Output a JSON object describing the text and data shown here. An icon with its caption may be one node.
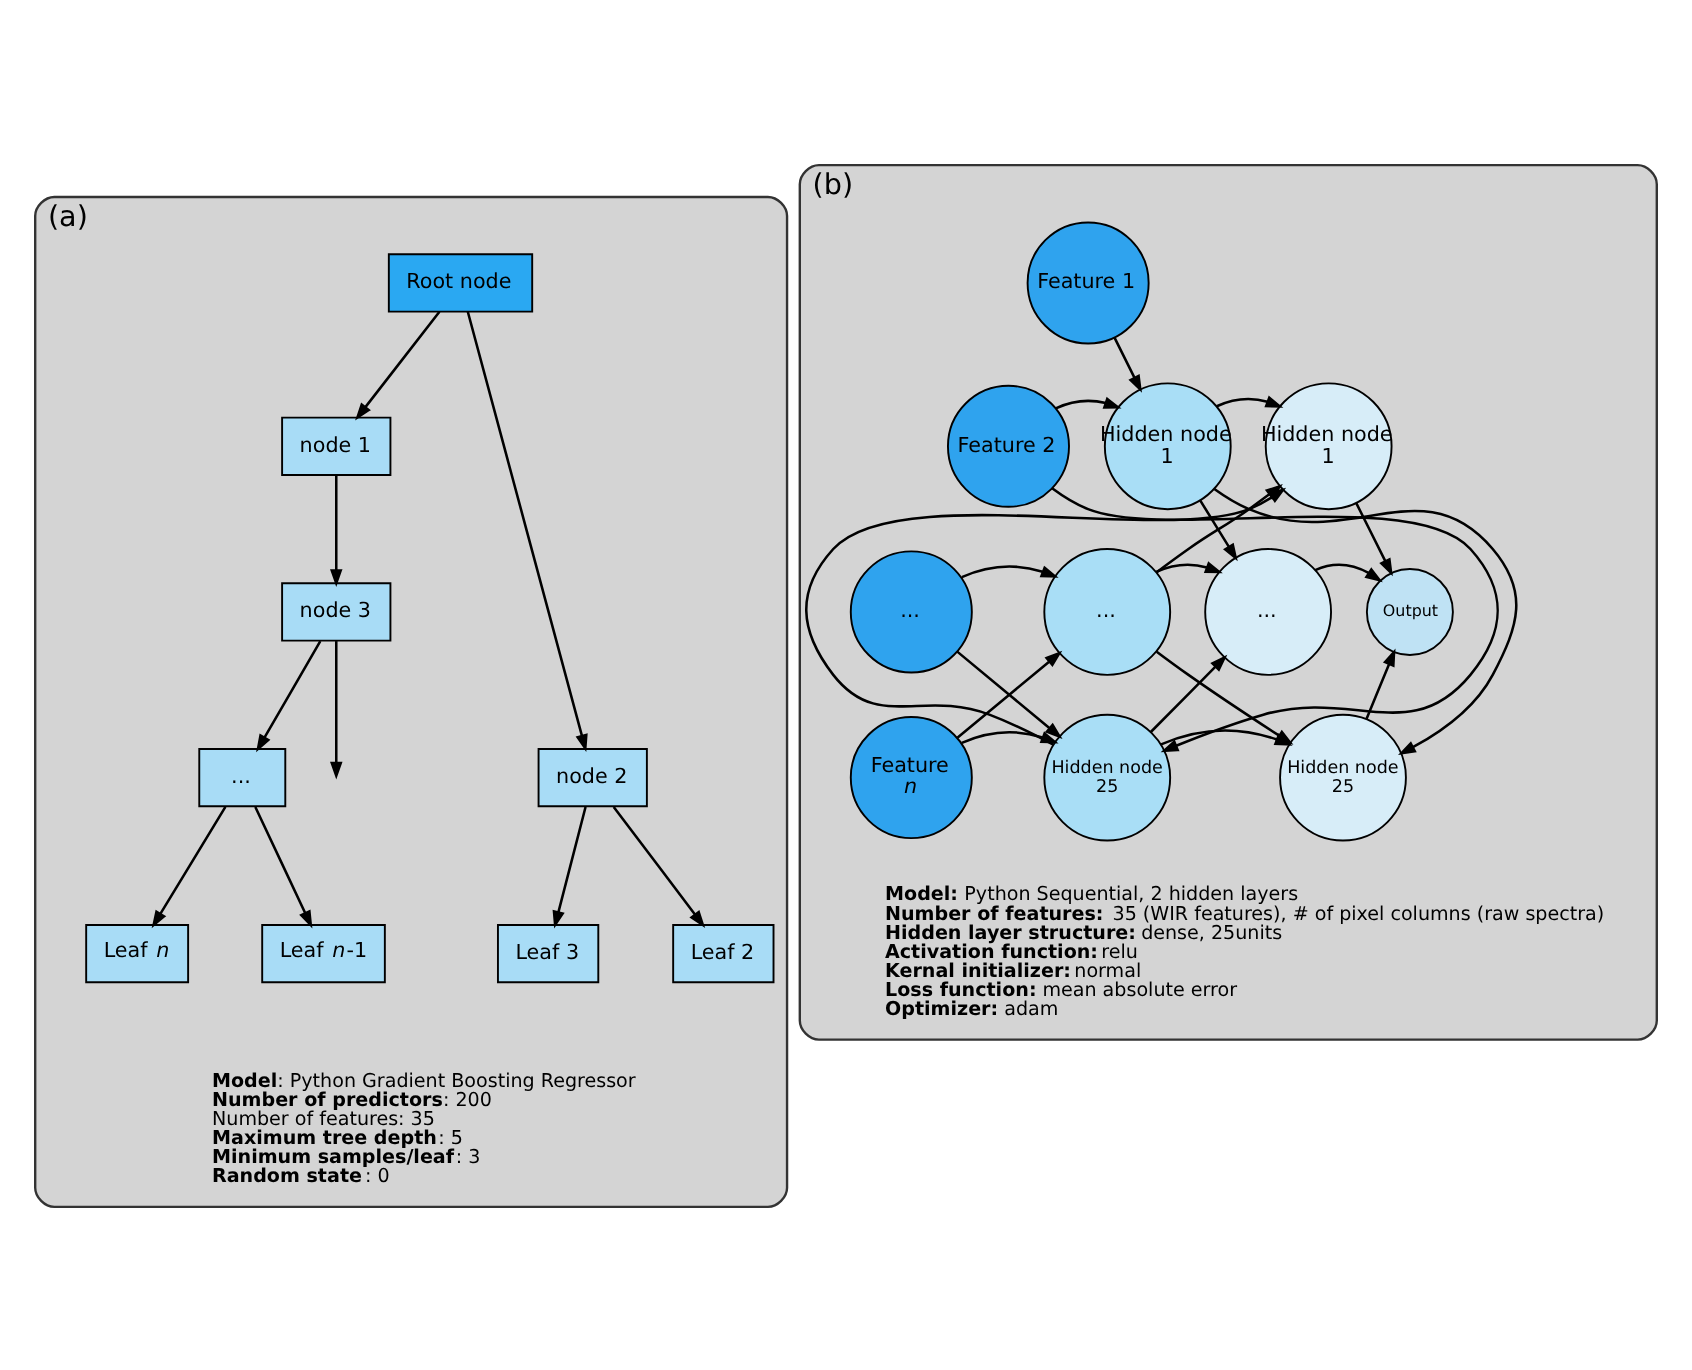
{
  "diagram": {
    "nodes": [
      {
        "text": [
          "(a)"
        ],
        "beside": [
          "**Model**: Python Gradient Boosting Regressor",
          "**Number of predictors**: 200",
          "Number of features: 35",
          "**Maximum tree depth**: 5",
          "**Minimum samples/leaf**: 3",
          "**Random state**: 0"
        ]
      },
      {
        "text": [
          "Root node"
        ],
        "in": 0
      },
      {
        "text": [
          "node 1"
        ],
        "in": 0
      },
      {
        "text": [
          "node 2"
        ],
        "in": 0
      },
      {
        "text": [
          "node 3"
        ],
        "in": 0
      },
      {
        "text": [
          "Leaf 2"
        ],
        "in": 0
      },
      {
        "text": [
          "Leaf 3"
        ],
        "in": 0
      },
      {
        "text": [
          "..."
        ],
        "in": 0
      },
      {
        "text": [
          "Leaf *n*-1"
        ],
        "in": 0
      },
      {
        "text": [
          "Leaf *n*"
        ],
        "in": 0
      },
      {
        "text": [
          "(b)"
        ],
        "beside": [
          "**Model:** Python Sequential, 2 hidden layers",
          "**Number of features:** 35 (WIR features), # of pixel columns (raw spectra)",
          "**Hidden layer structure:** dense, 25units",
          "**Activation function:** relu",
          "**Kernal initializer:** normal",
          "**Loss function:** mean absolute error",
          "**Optimizer:** adam"
        ]
      },
      {
        "text": [
          "Feature 1"
        ],
        "in": 10
      },
      {
        "text": [
          "Feature 2"
        ],
        "in": 10
      },
      {
        "text": [
          "..."
        ],
        "in": 10
      },
      {
        "text": [
          "Feature *n*"
        ],
        "in": 10
      },
      {
        "text": [
          "Hidden node 1"
        ],
        "in": 10
      },
      {
        "text": [
          "..."
        ],
        "in": 10
      },
      {
        "text": [
          "Hidden node 25"
        ],
        "in": 10
      },
      {
        "text": [
          "Hidden node 1"
        ],
        "in": 10
      },
      {
        "text": [
          "..."
        ],
        "in": 10
      },
      {
        "text": [
          "Hidden node 25"
        ],
        "in": 10
      },
      {
        "text": [
          "Output"
        ],
        "in": 10
      }
    ],
    "edges": [
      {
        "from": 1,
        "to": 2,
        "arrow": "to"
      },
      {
        "from": 1,
        "to": 3,
        "arrow": "to"
      },
      {
        "from": 2,
        "to": 4,
        "arrow": "to"
      },
      {
        "from": 3,
        "to": 5,
        "arrow": "to"
      },
      {
        "from": 3,
        "to": 6,
        "arrow": "to"
      },
      {
        "from": 4,
        "to": null,
        "arrow": "to"
      },
      {
        "from": 4,
        "to": 7,
        "arrow": "to"
      },
      {
        "from": 7,
        "to": 8,
        "arrow": "to"
      },
      {
        "from": 7,
        "to": 9,
        "arrow": "to"
      },
      {
        "from": 11,
        "to": 15,
        "arrow": "to"
      },
      {
        "from": 12,
        "to": 15,
        "arrow": "to"
      },
      {
        "from": 12,
        "to": 17,
        "arrow": "to"
      },
      {
        "from": 13,
        "to": 16,
        "arrow": "to"
      },
      {
        "from": 13,
        "to": 17,
        "arrow": "to"
      },
      {
        "from": 14,
        "to": 16,
        "arrow": "to"
      },
      {
        "from": 14,
        "to": 17,
        "arrow": "to"
      },
      {
        "from": 15,
        "to": 18,
        "arrow": "to"
      },
      {
        "from": 15,
        "to": 19,
        "arrow": "to"
      },
      {
        "from": 15,
        "to": 20,
        "arrow": "to"
      },
      {
        "from": 16,
        "to": 18,
        "arrow": "to"
      },
      {
        "from": 16,
        "to": 19,
        "arrow": "to"
      },
      {
        "from": 16,
        "to": 20,
        "arrow": "to"
      },
      {
        "from": 17,
        "to": 18,
        "arrow": "to"
      },
      {
        "from": 17,
        "to": 19,
        "arrow": "to"
      },
      {
        "from": 17,
        "to": 20,
        "arrow": "to"
      },
      {
        "from": 18,
        "to": 21,
        "arrow": "to"
      },
      {
        "from": 19,
        "to": 21,
        "arrow": "to"
      },
      {
        "from": 20,
        "to": 21,
        "arrow": "to"
      }
    ]
  }
}
